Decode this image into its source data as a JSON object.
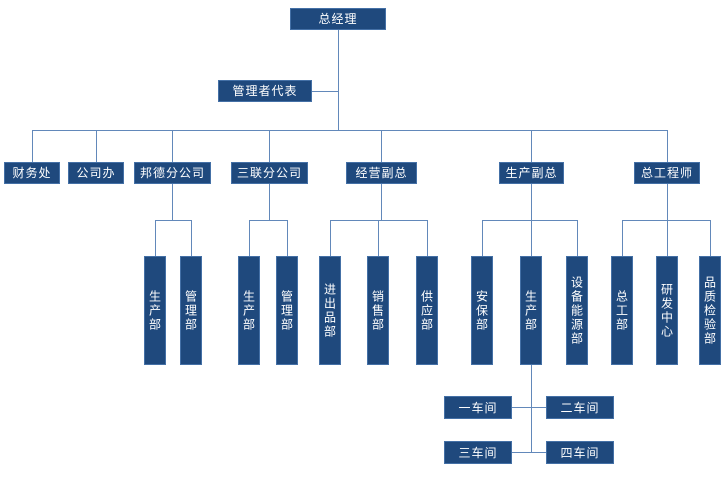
{
  "org": {
    "root": {
      "label": "总经理"
    },
    "staff": {
      "label": "管理者代表"
    },
    "level2": [
      {
        "label": "财务处",
        "children": []
      },
      {
        "label": "公司办",
        "children": []
      },
      {
        "label": "邦德分公司",
        "children": [
          "生产部",
          "管理部"
        ]
      },
      {
        "label": "三联分公司",
        "children": [
          "生产部",
          "管理部"
        ]
      },
      {
        "label": "经营副总",
        "children": [
          "进出品部",
          "销售部",
          "供应部"
        ]
      },
      {
        "label": "生产副总",
        "children": [
          "安保部",
          "生产部",
          "设备能源部"
        ]
      },
      {
        "label": "总工程师",
        "children": [
          "总工部",
          "研发中心",
          "品质检验部"
        ]
      }
    ],
    "workshops": [
      "一车间",
      "二车间",
      "三车间",
      "四车间"
    ],
    "colors": {
      "box_fill": "#1f497d",
      "box_border": "#4470a6",
      "connector": "#6288ba",
      "text": "#ffffff",
      "background": "#ffffff"
    }
  }
}
